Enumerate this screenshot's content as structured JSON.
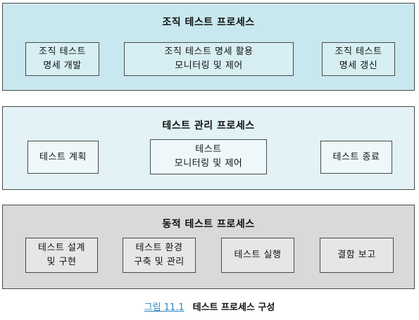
{
  "bands": [
    {
      "title": "조직 테스트 프로세스",
      "boxes": [
        {
          "line1": "조직 테스트",
          "line2": "명세 개발"
        },
        {
          "line1": "조직 테스트 명세 활용",
          "line2": "모니터링 및 제어"
        },
        {
          "line1": "조직 테스트",
          "line2": "명세 갱신"
        }
      ]
    },
    {
      "title": "테스트 관리 프로세스",
      "boxes": [
        {
          "line1": "테스트 계획",
          "line2": ""
        },
        {
          "line1": "테스트",
          "line2": "모니터링 및 제어"
        },
        {
          "line1": "테스트 종료",
          "line2": ""
        }
      ]
    },
    {
      "title": "동적 테스트 프로세스",
      "boxes": [
        {
          "line1": "테스트 설계",
          "line2": "및 구현"
        },
        {
          "line1": "테스트 환경",
          "line2": "구축 및 관리"
        },
        {
          "line1": "테스트 실행",
          "line2": ""
        },
        {
          "line1": "결함 보고",
          "line2": ""
        }
      ]
    }
  ],
  "caption": {
    "figure": "그림 11.1",
    "text": "테스트 프로세스 구성"
  },
  "colors": {
    "org_band": "#c8e7ee",
    "mgmt_band": "#e2f2f6",
    "dyn_band": "#d9d9d9",
    "caption_accent": "#2e86c1"
  }
}
